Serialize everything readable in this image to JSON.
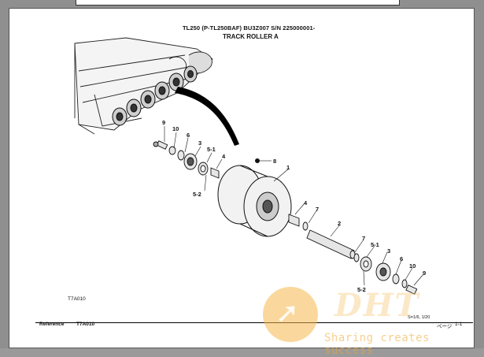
{
  "header": {
    "model_line": "TL250 (P-TL250BAF) BU3Z007 S/N 225000001-",
    "part_title": "TRACK ROLLER A"
  },
  "callouts": {
    "c1": "1",
    "c2": "2",
    "c3a": "3",
    "c3b": "3",
    "c4a": "4",
    "c4b": "4",
    "c5_1a": "5-1",
    "c5_1b": "5-1",
    "c5_2a": "5-2",
    "c5_2b": "5-2",
    "c6a": "6",
    "c6b": "6",
    "c7a": "7",
    "c7b": "7",
    "c8": "8",
    "c9a": "9",
    "c9b": "9",
    "c10a": "10",
    "c10b": "10"
  },
  "figure_code": "T7A010",
  "footer": {
    "reference_label": "Reference",
    "reference_code": "T7A010",
    "scale": "S=1/6, 1/20",
    "page_label": "ページ",
    "page_number": "1-1"
  },
  "watermark": {
    "logo": "DHT",
    "slogan": "Sharing creates success"
  },
  "colors": {
    "viewer_background": "#8f8f8f",
    "page_background": "#ffffff",
    "watermark": "#f6b84c"
  }
}
